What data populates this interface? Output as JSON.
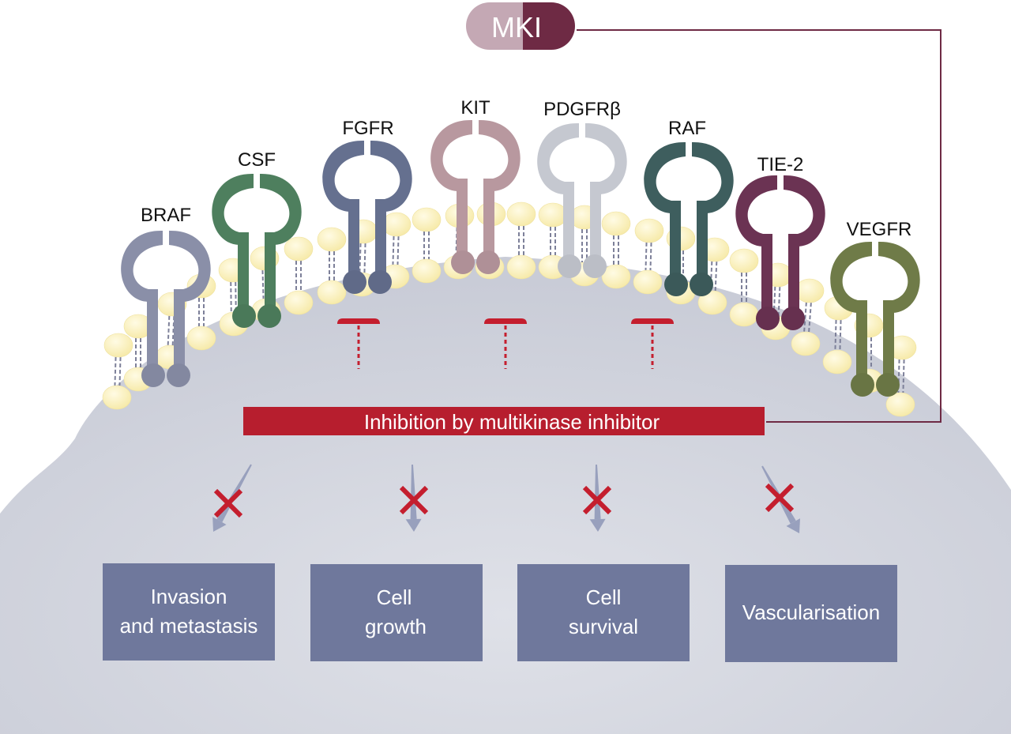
{
  "drug": {
    "label": "MKI",
    "color_light": "#c4a8b4",
    "color_dark": "#6e2a44"
  },
  "receptors": [
    {
      "label": "BRAF",
      "color": "#8a8fa8"
    },
    {
      "label": "CSF",
      "color": "#4e7f5e"
    },
    {
      "label": "FGFR",
      "color": "#65708f"
    },
    {
      "label": "KIT",
      "color": "#b8989f"
    },
    {
      "label": "PDGFRβ",
      "color": "#c5c8d0"
    },
    {
      "label": "RAF",
      "color": "#3e5e5e"
    },
    {
      "label": "TIE-2",
      "color": "#6b3353"
    },
    {
      "label": "VEGFR",
      "color": "#6f7b48"
    }
  ],
  "inhibition_bar": {
    "label": "Inhibition by multikinase inhibitor",
    "color": "#b71e2e"
  },
  "outcomes": [
    {
      "line1": "Invasion",
      "line2": "and metastasis"
    },
    {
      "line1": "Cell",
      "line2": "growth"
    },
    {
      "line1": "Cell",
      "line2": "survival"
    },
    {
      "line1": "Vascularisation",
      "line2": ""
    }
  ],
  "colors": {
    "cell": "#d3d5de",
    "membrane_head": "#fbf3c4",
    "outcome_box": "#6f789c",
    "cross": "#c41e2e",
    "arrow": "#98a0bd",
    "connector": "#6e2a44"
  }
}
